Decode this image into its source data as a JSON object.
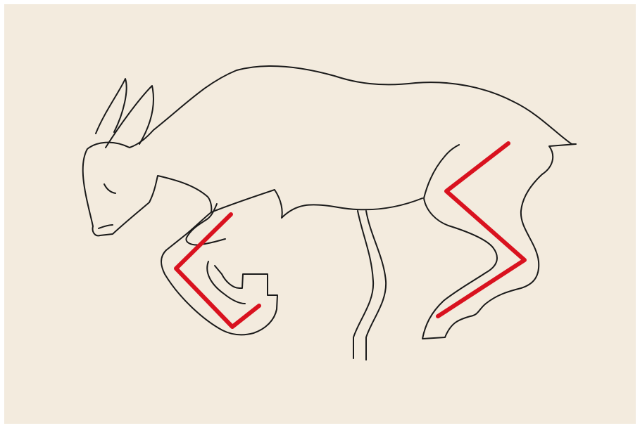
{
  "figure": {
    "background_color": "#f3ebde",
    "outline_color": "#1a1a1a",
    "highlight_color": "#d9121f",
    "subject": "animal-outline",
    "highlights": [
      "front-leg-joint-line",
      "hind-leg-joint-line"
    ]
  }
}
